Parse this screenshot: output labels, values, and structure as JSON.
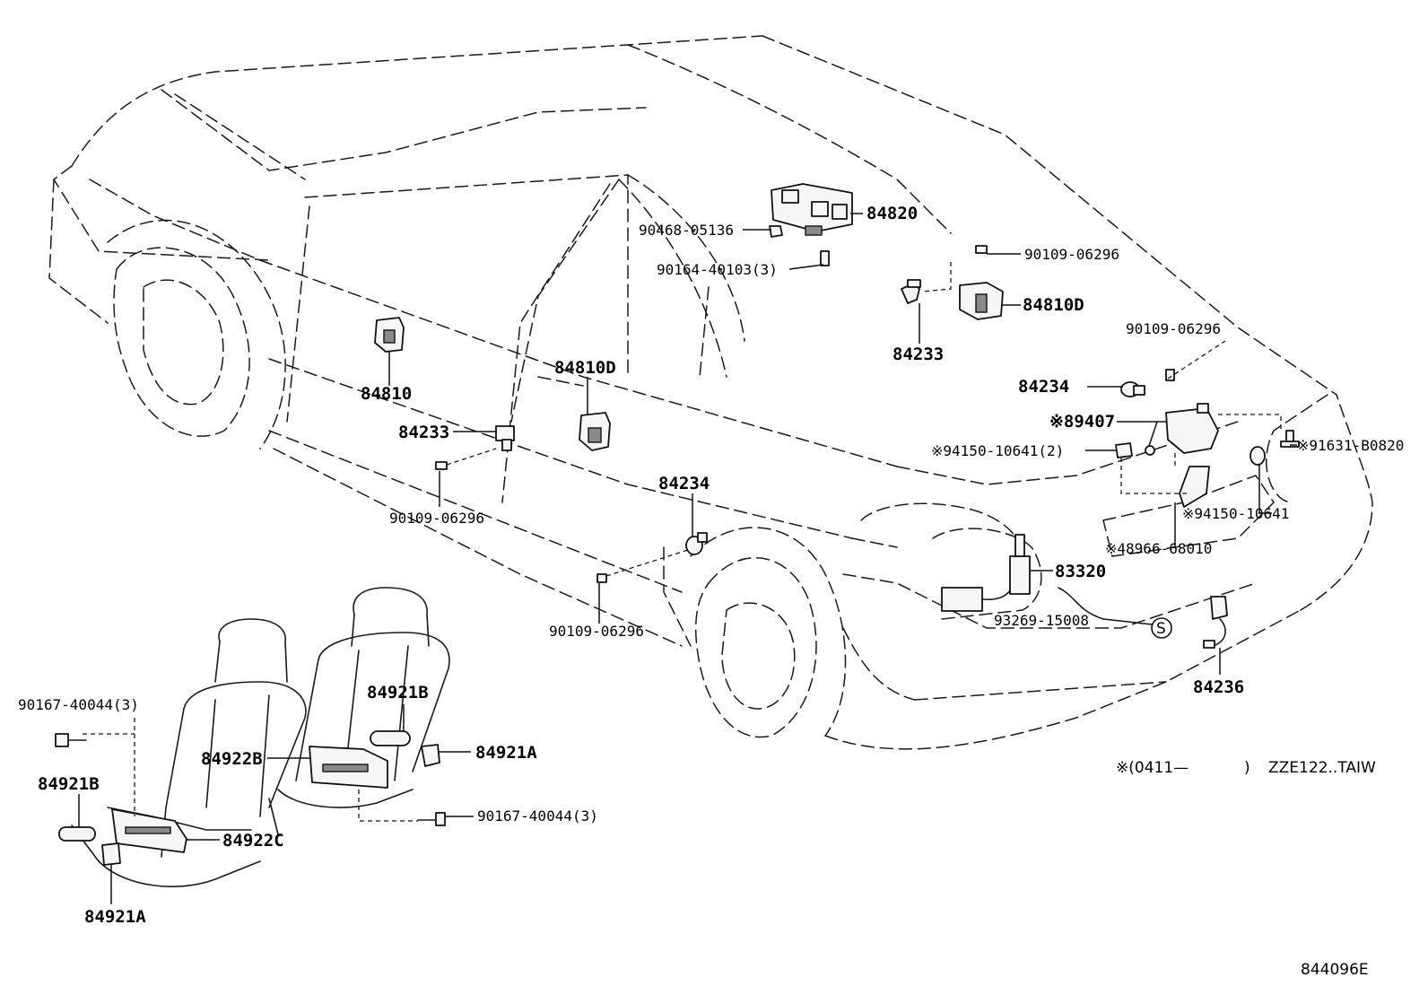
{
  "labels": {
    "p84820": "84820",
    "p90468_05136": "90468-05136",
    "p90164_40103": "90164-40103(3)",
    "p90109_06296_a": "90109-06296",
    "p84810D_right": "84810D",
    "p84233_right": "84233",
    "p90109_06296_b": "90109-06296",
    "p84234_right": "84234",
    "p89407": "※89407",
    "p94150_10641_2": "※94150-10641(2)",
    "p91631": "※91631-B0820",
    "p94150_10641": "※94150-10641",
    "p48966_68010": "※48966-68010",
    "p83320": "83320",
    "p93269_15008": "93269-15008",
    "s_mark": "S",
    "p84236": "84236",
    "p84810": "84810",
    "p84810D_center": "84810D",
    "p84233_left": "84233",
    "p90109_06296_c": "90109-06296",
    "p84234_center": "84234",
    "p90109_06296_d": "90109-06296",
    "p90167_40044_a": "90167-40044(3)",
    "p84921B_right": "84921B",
    "p84922B": "84922B",
    "p84921A_right": "84921A",
    "p84921B_left": "84921B",
    "p90167_40044_b": "90167-40044(3)",
    "p84922C": "84922C",
    "p84921A_left": "84921A"
  },
  "footnote": {
    "mark": "※(0411—",
    "paren": ")",
    "model": "ZZE122..TAIW"
  },
  "figure_code": "844096E"
}
